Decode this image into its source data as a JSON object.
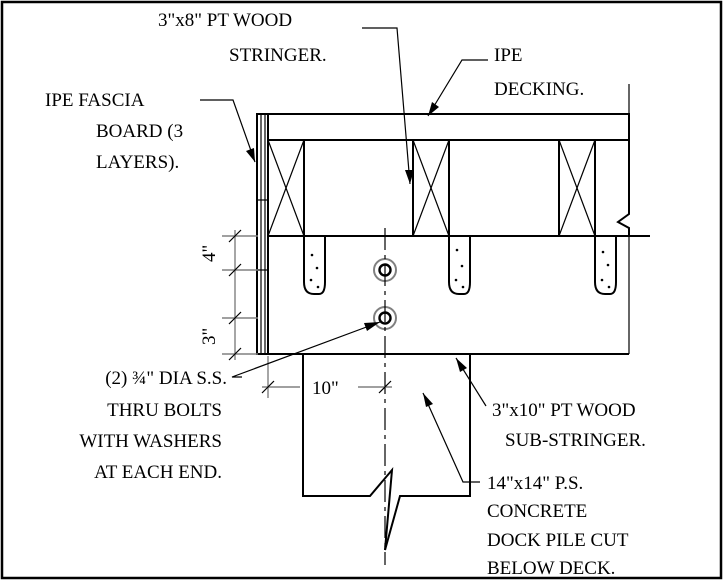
{
  "labels": {
    "stringer": [
      "3\"x8\" PT WOOD",
      "STRINGER."
    ],
    "decking": [
      "IPE",
      "DECKING."
    ],
    "fascia": [
      "IPE FASCIA",
      "BOARD (3",
      "LAYERS)."
    ],
    "bolts": [
      "(2) ¾\" DIA S.S.",
      "THRU BOLTS",
      "WITH WASHERS",
      "AT EACH END."
    ],
    "sub_stringer": [
      "3\"x10\" PT WOOD",
      "SUB-STRINGER."
    ],
    "pile": [
      "14\"x14\" P.S.",
      "CONCRETE",
      "DOCK PILE CUT",
      "BELOW DECK."
    ]
  },
  "dimensions": {
    "top": "4\"",
    "bottom": "3\"",
    "horizontal": "10\""
  }
}
